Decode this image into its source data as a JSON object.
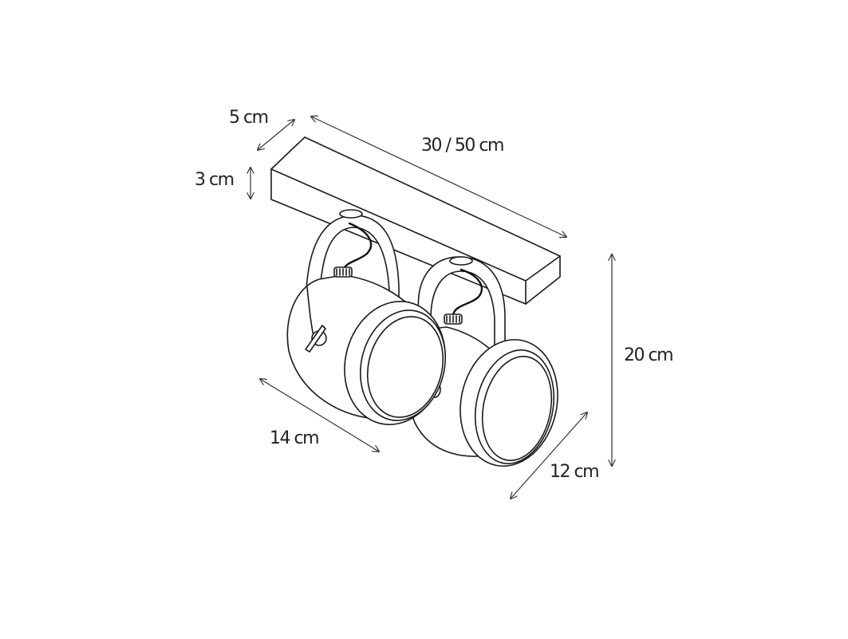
{
  "diagram": {
    "subject": "Twin ceiling spotlight on rectangular base plate (dimension drawing)",
    "colors": {
      "line": "#1a1a1a",
      "text": "#222222",
      "background": "#ffffff"
    },
    "dimensions": {
      "base_depth": "5 cm",
      "base_length": "30 / 50 cm",
      "base_height": "3 cm",
      "lamp_length": "14 cm",
      "lamp_diameter": "12 cm",
      "total_height": "20 cm"
    },
    "components": [
      "base-plate",
      "spotlight-left",
      "spotlight-right",
      "bracket-left",
      "bracket-right",
      "cable-left",
      "cable-right",
      "cable-gland-left",
      "cable-gland-right",
      "wing-screw"
    ]
  }
}
